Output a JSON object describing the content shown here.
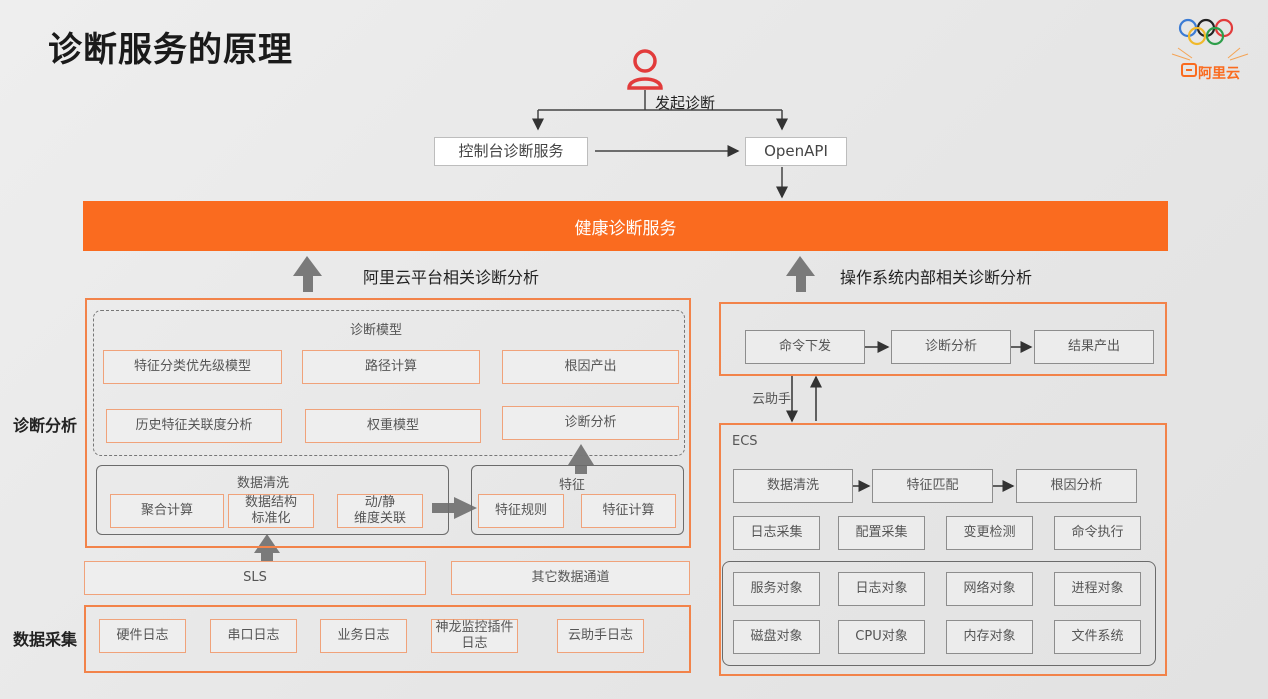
{
  "page": {
    "title": "诊断服务的原理",
    "logo_text": "阿里云"
  },
  "top": {
    "initiate": "发起诊断",
    "console": "控制台诊断服务",
    "openapi": "OpenAPI"
  },
  "banner": "健康诊断服务",
  "left_heading": "阿里云平台相关诊断分析",
  "right_heading": "操作系统内部相关诊断分析",
  "side_labels": {
    "analysis": "诊断分析",
    "collection": "数据采集"
  },
  "model": {
    "title": "诊断模型",
    "items": [
      "特征分类优先级模型",
      "路径计算",
      "根因产出",
      "历史特征关联度分析",
      "权重模型",
      "诊断分析"
    ]
  },
  "cleaning": {
    "title": "数据清洗",
    "items": [
      "聚合计算",
      "数据结构\n标准化",
      "动/静\n维度关联"
    ]
  },
  "feature": {
    "title": "特征",
    "items": [
      "特征规则",
      "特征计算"
    ]
  },
  "channels": {
    "sls": "SLS",
    "other": "其它数据通道"
  },
  "collection": {
    "items": [
      "硬件日志",
      "串口日志",
      "业务日志",
      "神龙监控插件\n日志",
      "云助手日志"
    ]
  },
  "os_flow": {
    "items": [
      "命令下发",
      "诊断分析",
      "结果产出"
    ]
  },
  "assistant": "云助手",
  "ecs": {
    "title": "ECS",
    "flow": [
      "数据清洗",
      "特征匹配",
      "根因分析"
    ],
    "actions": [
      "日志采集",
      "配置采集",
      "变更检测",
      "命令执行"
    ],
    "objects": [
      "服务对象",
      "日志对象",
      "网络对象",
      "进程对象",
      "磁盘对象",
      "CPU对象",
      "内存对象",
      "文件系统"
    ]
  },
  "colors": {
    "accent": "#fa6b1f",
    "border_orange": "#f2834a",
    "arrow_gray": "#7a7a7a"
  }
}
